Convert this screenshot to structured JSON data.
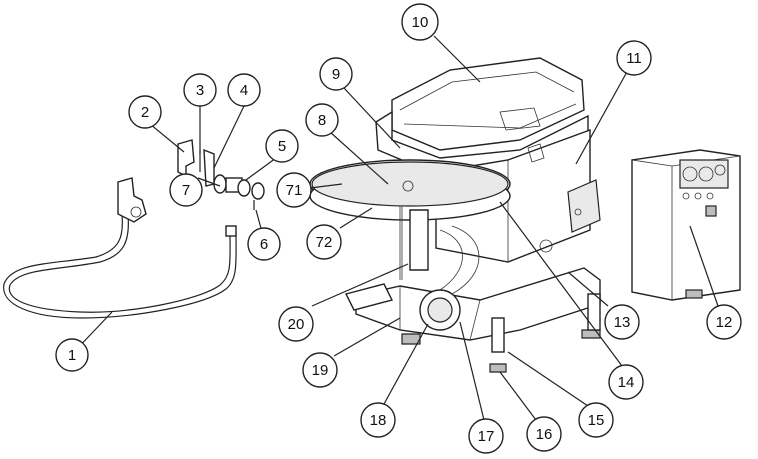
{
  "callouts": [
    {
      "id": "c1",
      "label": "1"
    },
    {
      "id": "c2",
      "label": "2"
    },
    {
      "id": "c3",
      "label": "3"
    },
    {
      "id": "c4",
      "label": "4"
    },
    {
      "id": "c5",
      "label": "5"
    },
    {
      "id": "c6",
      "label": "6"
    },
    {
      "id": "c7",
      "label": "7"
    },
    {
      "id": "c8",
      "label": "8"
    },
    {
      "id": "c9",
      "label": "9"
    },
    {
      "id": "c10",
      "label": "10"
    },
    {
      "id": "c11",
      "label": "11"
    },
    {
      "id": "c12",
      "label": "12"
    },
    {
      "id": "c13",
      "label": "13"
    },
    {
      "id": "c14",
      "label": "14"
    },
    {
      "id": "c15",
      "label": "15"
    },
    {
      "id": "c16",
      "label": "16"
    },
    {
      "id": "c17",
      "label": "17"
    },
    {
      "id": "c18",
      "label": "18"
    },
    {
      "id": "c19",
      "label": "19"
    },
    {
      "id": "c20",
      "label": "20"
    },
    {
      "id": "c71",
      "label": "71"
    },
    {
      "id": "c72",
      "label": "72"
    }
  ]
}
